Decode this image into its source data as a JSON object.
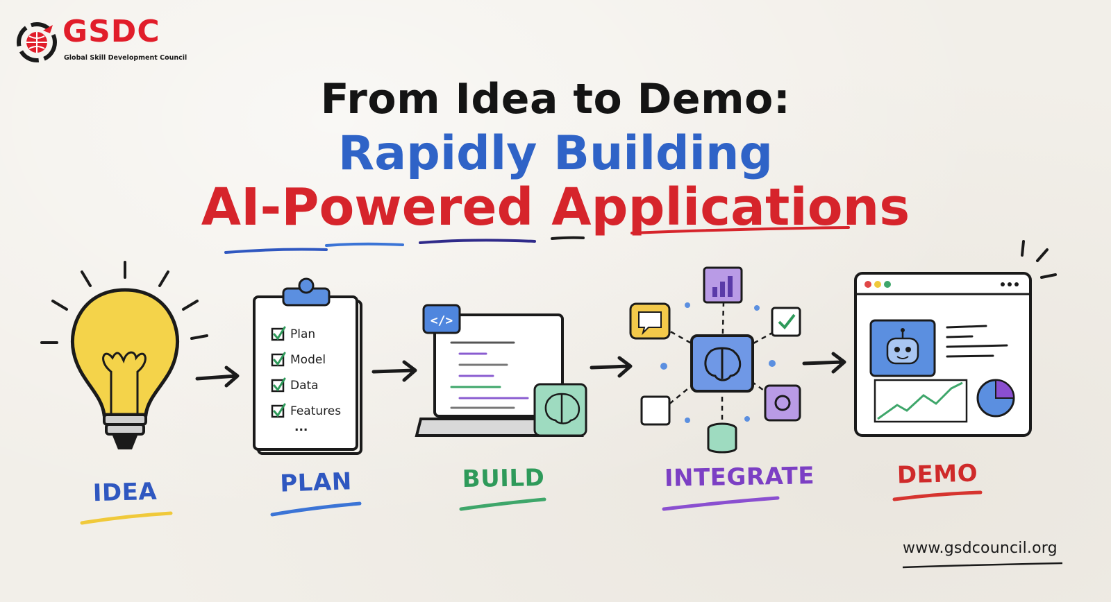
{
  "logo": {
    "name": "GSDC",
    "subtitle": "Global Skill Development Council"
  },
  "title": {
    "line1": "From Idea to Demo:",
    "line2": "Rapidly Building",
    "line3": "AI-Powered Applications"
  },
  "stages": [
    {
      "label": "IDEA",
      "color": "#2f57c0",
      "underline_color": "#f0c93a"
    },
    {
      "label": "PLAN",
      "color": "#2f57c0",
      "underline_color": "#3b74d6"
    },
    {
      "label": "BUILD",
      "color": "#2e9a5a",
      "underline_color": "#3ea66a"
    },
    {
      "label": "INTEGRATE",
      "color": "#7c3fc4",
      "underline_color": "#8a4fd0"
    },
    {
      "label": "DEMO",
      "color": "#cf2a2a",
      "underline_color": "#d6342f"
    }
  ],
  "checklist": [
    "Plan",
    "Model",
    "Data",
    "Features"
  ],
  "checklist_more": "...",
  "code_tag": "</>",
  "footer": {
    "website": "www.gsdcouncil.org"
  },
  "colors": {
    "brand_red": "#e11d2a",
    "title_blue": "#2f63c7",
    "title_red": "#d6242b",
    "bulb_yellow": "#f4d34a"
  }
}
